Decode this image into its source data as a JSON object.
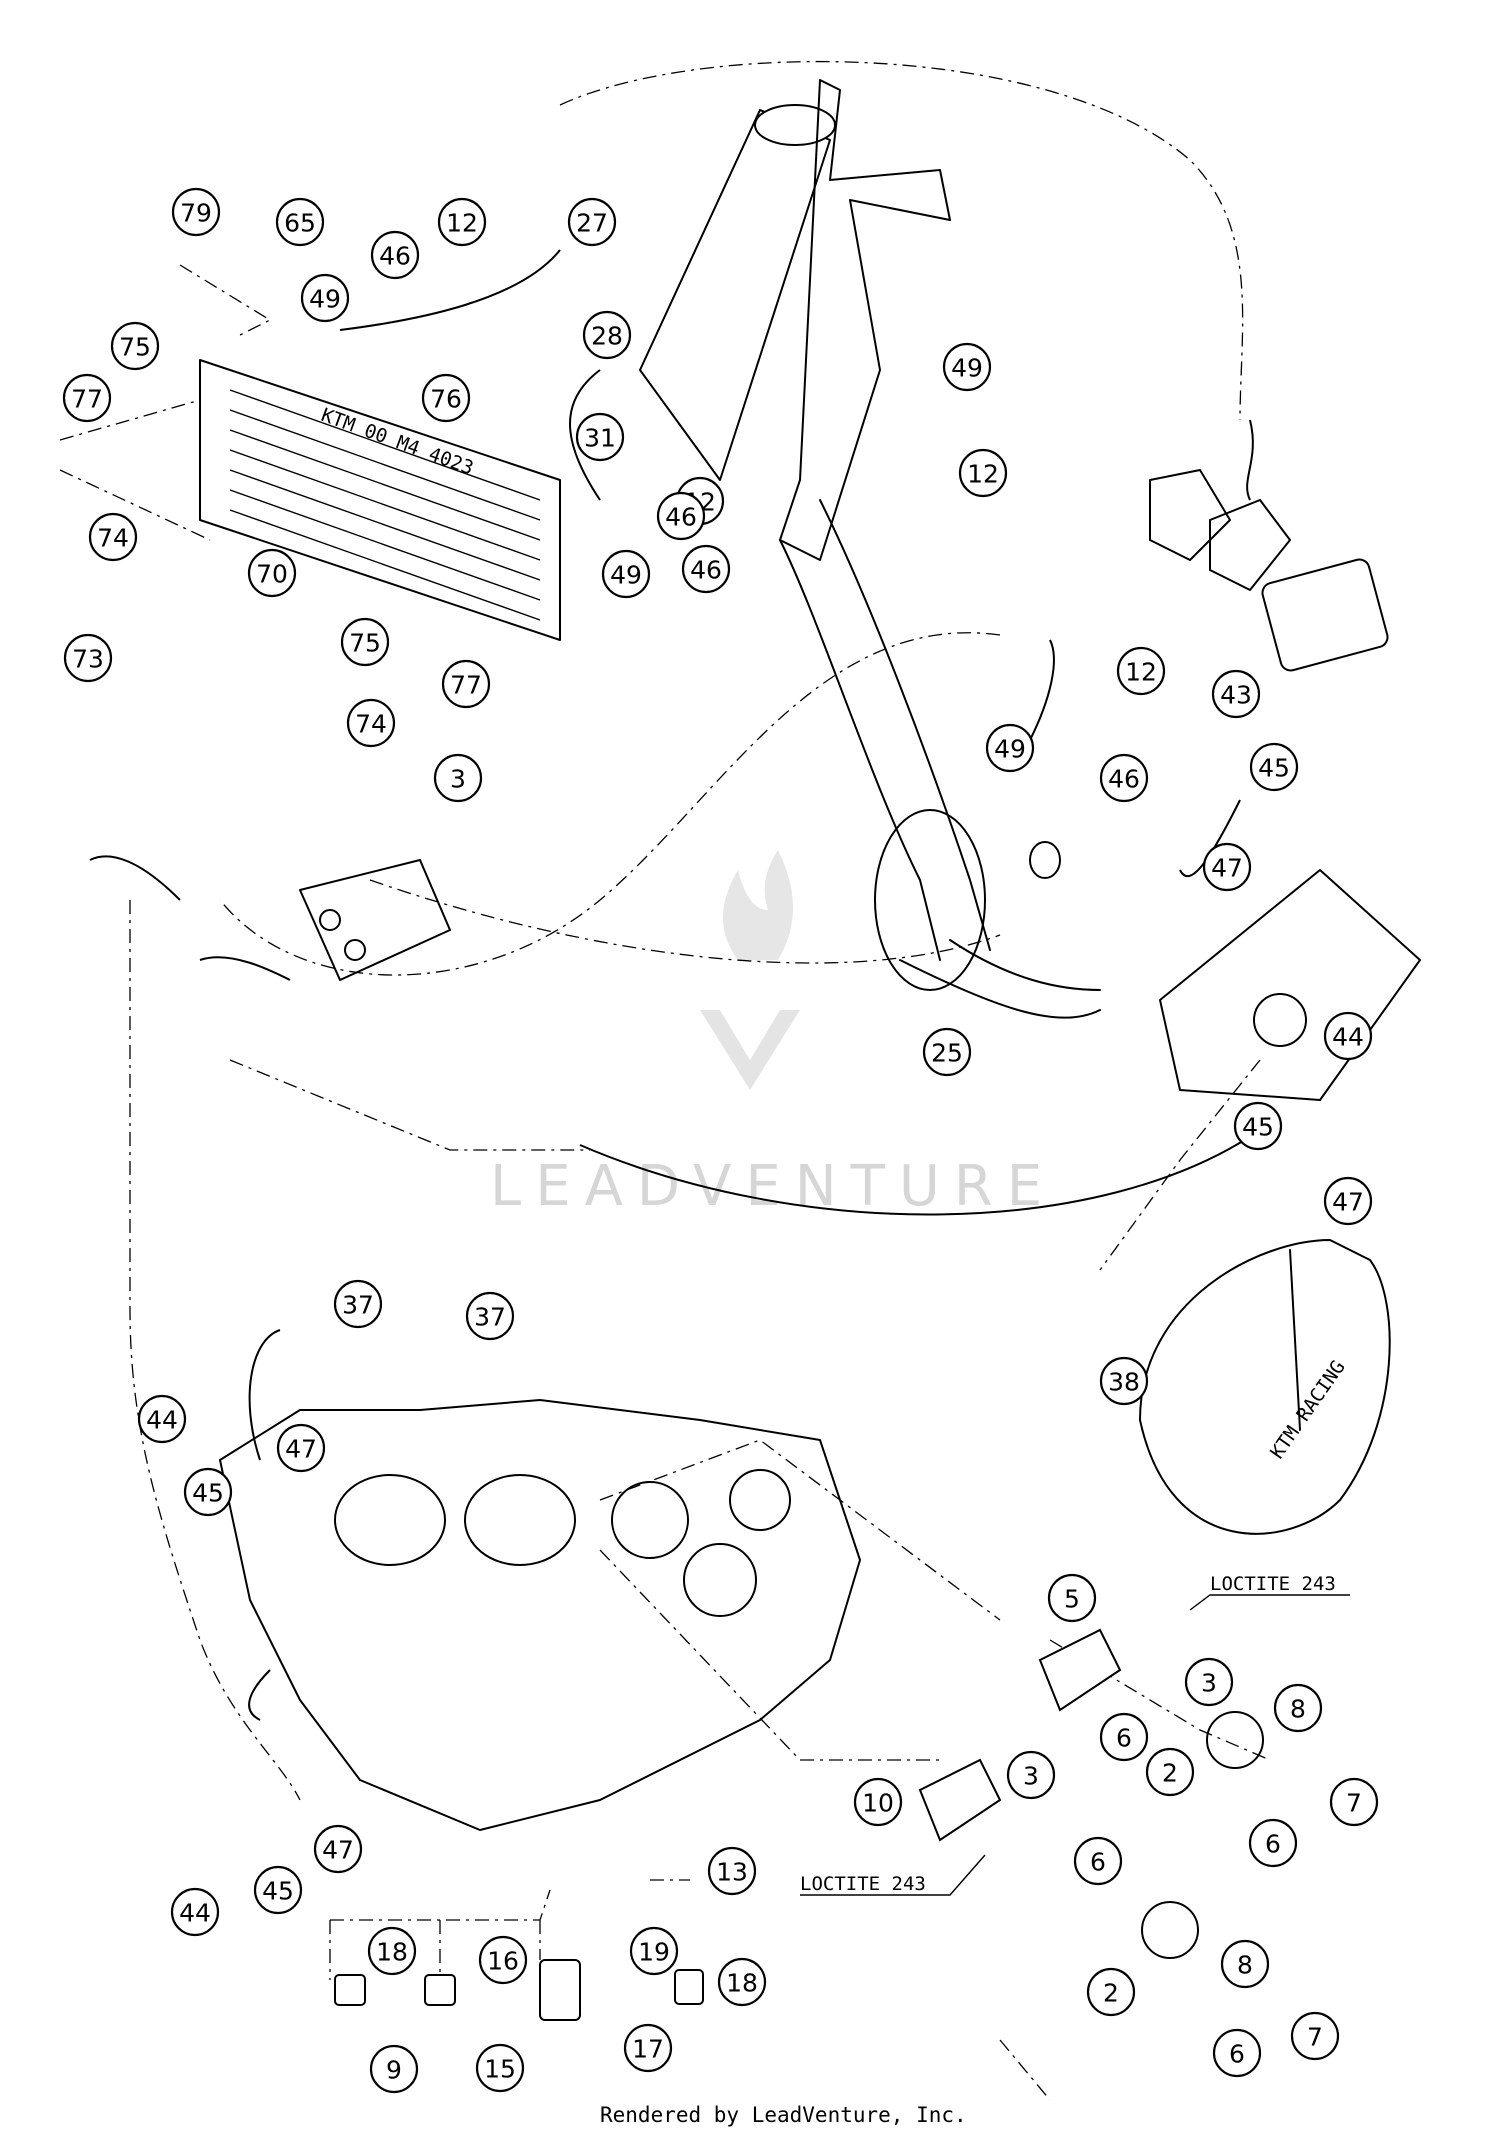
{
  "callouts": [
    {
      "label": "79"
    },
    {
      "label": "65"
    },
    {
      "label": "12"
    },
    {
      "label": "27"
    },
    {
      "label": "46"
    },
    {
      "label": "49"
    },
    {
      "label": "75"
    },
    {
      "label": "28"
    },
    {
      "label": "76"
    },
    {
      "label": "77"
    },
    {
      "label": "49"
    },
    {
      "label": "31"
    },
    {
      "label": "12"
    },
    {
      "label": "12"
    },
    {
      "label": "46"
    },
    {
      "label": "74"
    },
    {
      "label": "70"
    },
    {
      "label": "49"
    },
    {
      "label": "46"
    },
    {
      "label": "73"
    },
    {
      "label": "75"
    },
    {
      "label": "77"
    },
    {
      "label": "74"
    },
    {
      "label": "3"
    },
    {
      "label": "12"
    },
    {
      "label": "43"
    },
    {
      "label": "49"
    },
    {
      "label": "46"
    },
    {
      "label": "45"
    },
    {
      "label": "47"
    },
    {
      "label": "25"
    },
    {
      "label": "44"
    },
    {
      "label": "45"
    },
    {
      "label": "47"
    },
    {
      "label": "37"
    },
    {
      "label": "37"
    },
    {
      "label": "38"
    },
    {
      "label": "44"
    },
    {
      "label": "47"
    },
    {
      "label": "45"
    },
    {
      "label": "5"
    },
    {
      "label": "3"
    },
    {
      "label": "6"
    },
    {
      "label": "8"
    },
    {
      "label": "2"
    },
    {
      "label": "6"
    },
    {
      "label": "7"
    },
    {
      "label": "10"
    },
    {
      "label": "3"
    },
    {
      "label": "6"
    },
    {
      "label": "44"
    },
    {
      "label": "45"
    },
    {
      "label": "47"
    },
    {
      "label": "13"
    },
    {
      "label": "18"
    },
    {
      "label": "16"
    },
    {
      "label": "19"
    },
    {
      "label": "18"
    },
    {
      "label": "8"
    },
    {
      "label": "2"
    },
    {
      "label": "6"
    },
    {
      "label": "7"
    },
    {
      "label": "9"
    },
    {
      "label": "15"
    },
    {
      "label": "17"
    }
  ],
  "notes": {
    "loctite_top": "LOCTITE 243",
    "loctite_bottom": "LOCTITE 243",
    "radiator_stamp": "KTM 00 M4 4023",
    "cover_logo": "KTM RACING"
  },
  "watermark": "LEADVENTURE",
  "footer": "Rendered by LeadVenture, Inc."
}
